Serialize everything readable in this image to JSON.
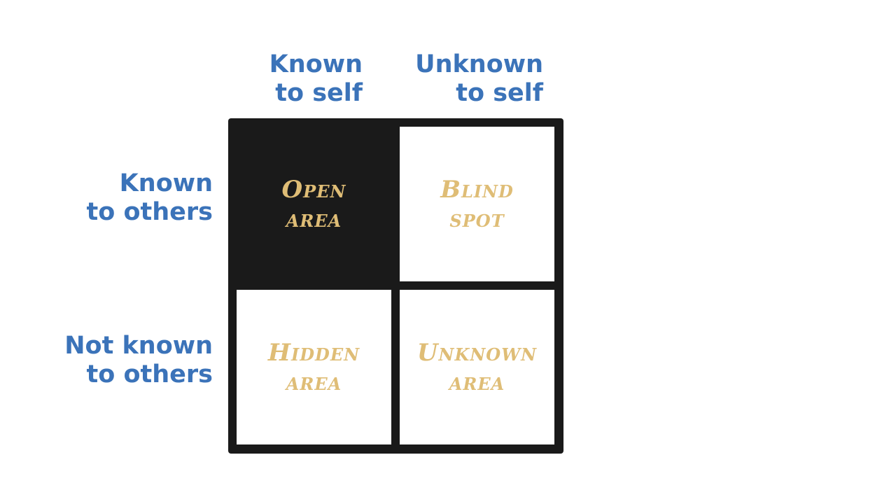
{
  "columns": [
    {
      "line1": "Known",
      "line2": "to self"
    },
    {
      "line1": "Unknown",
      "line2": "to self"
    }
  ],
  "rows": [
    {
      "line1": "Known",
      "line2": "to others"
    },
    {
      "line1": "Not known",
      "line2": "to others"
    }
  ],
  "quadrants": {
    "open": {
      "line1": "Open",
      "line2": "area"
    },
    "blind": {
      "line1": "Blind",
      "line2": "spot"
    },
    "hidden": {
      "line1": "Hidden",
      "line2": "area"
    },
    "unknown": {
      "line1": "Unknown",
      "line2": "area"
    }
  },
  "colors": {
    "label_blue": "#3b73b9",
    "quadrant_text_gold": "#dfbd76",
    "grid_dark": "#1a1a1a",
    "cell_white": "#ffffff"
  }
}
